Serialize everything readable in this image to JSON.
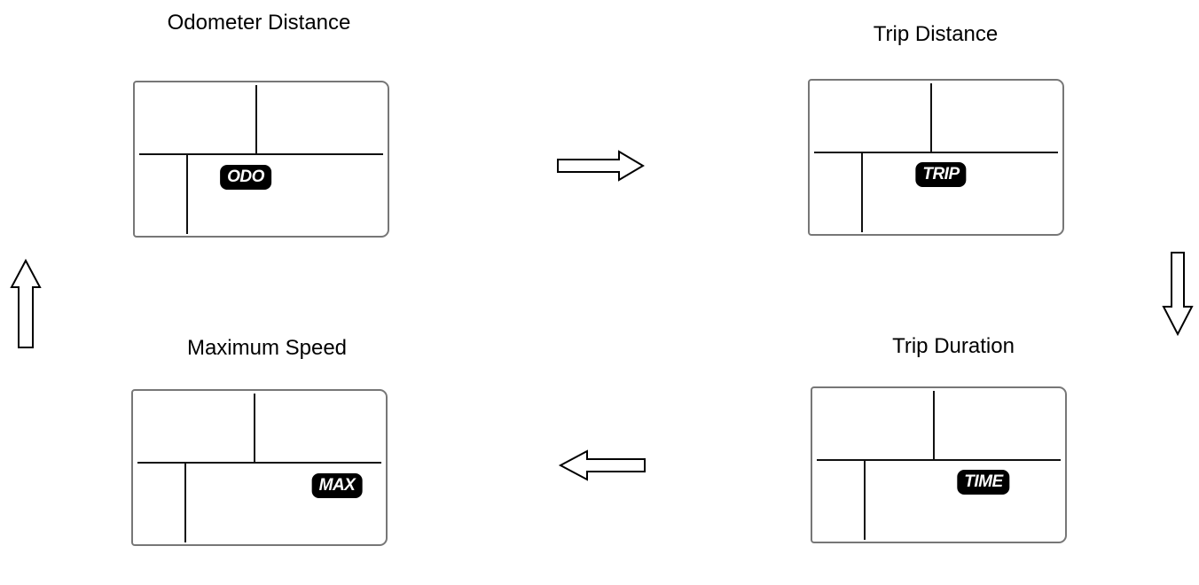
{
  "modes": [
    {
      "title": "Odometer Distance",
      "badge": "ODO"
    },
    {
      "title": "Trip Distance",
      "badge": "TRIP"
    },
    {
      "title": "Trip Duration",
      "badge": "TIME"
    },
    {
      "title": "Maximum Speed",
      "badge": "MAX"
    }
  ],
  "arrows": [
    "right-arrow-icon",
    "down-arrow-icon",
    "left-arrow-icon",
    "up-arrow-icon"
  ],
  "colors": {
    "badge_bg": "#000000",
    "badge_text": "#ffffff",
    "panel_border": "#777777"
  }
}
